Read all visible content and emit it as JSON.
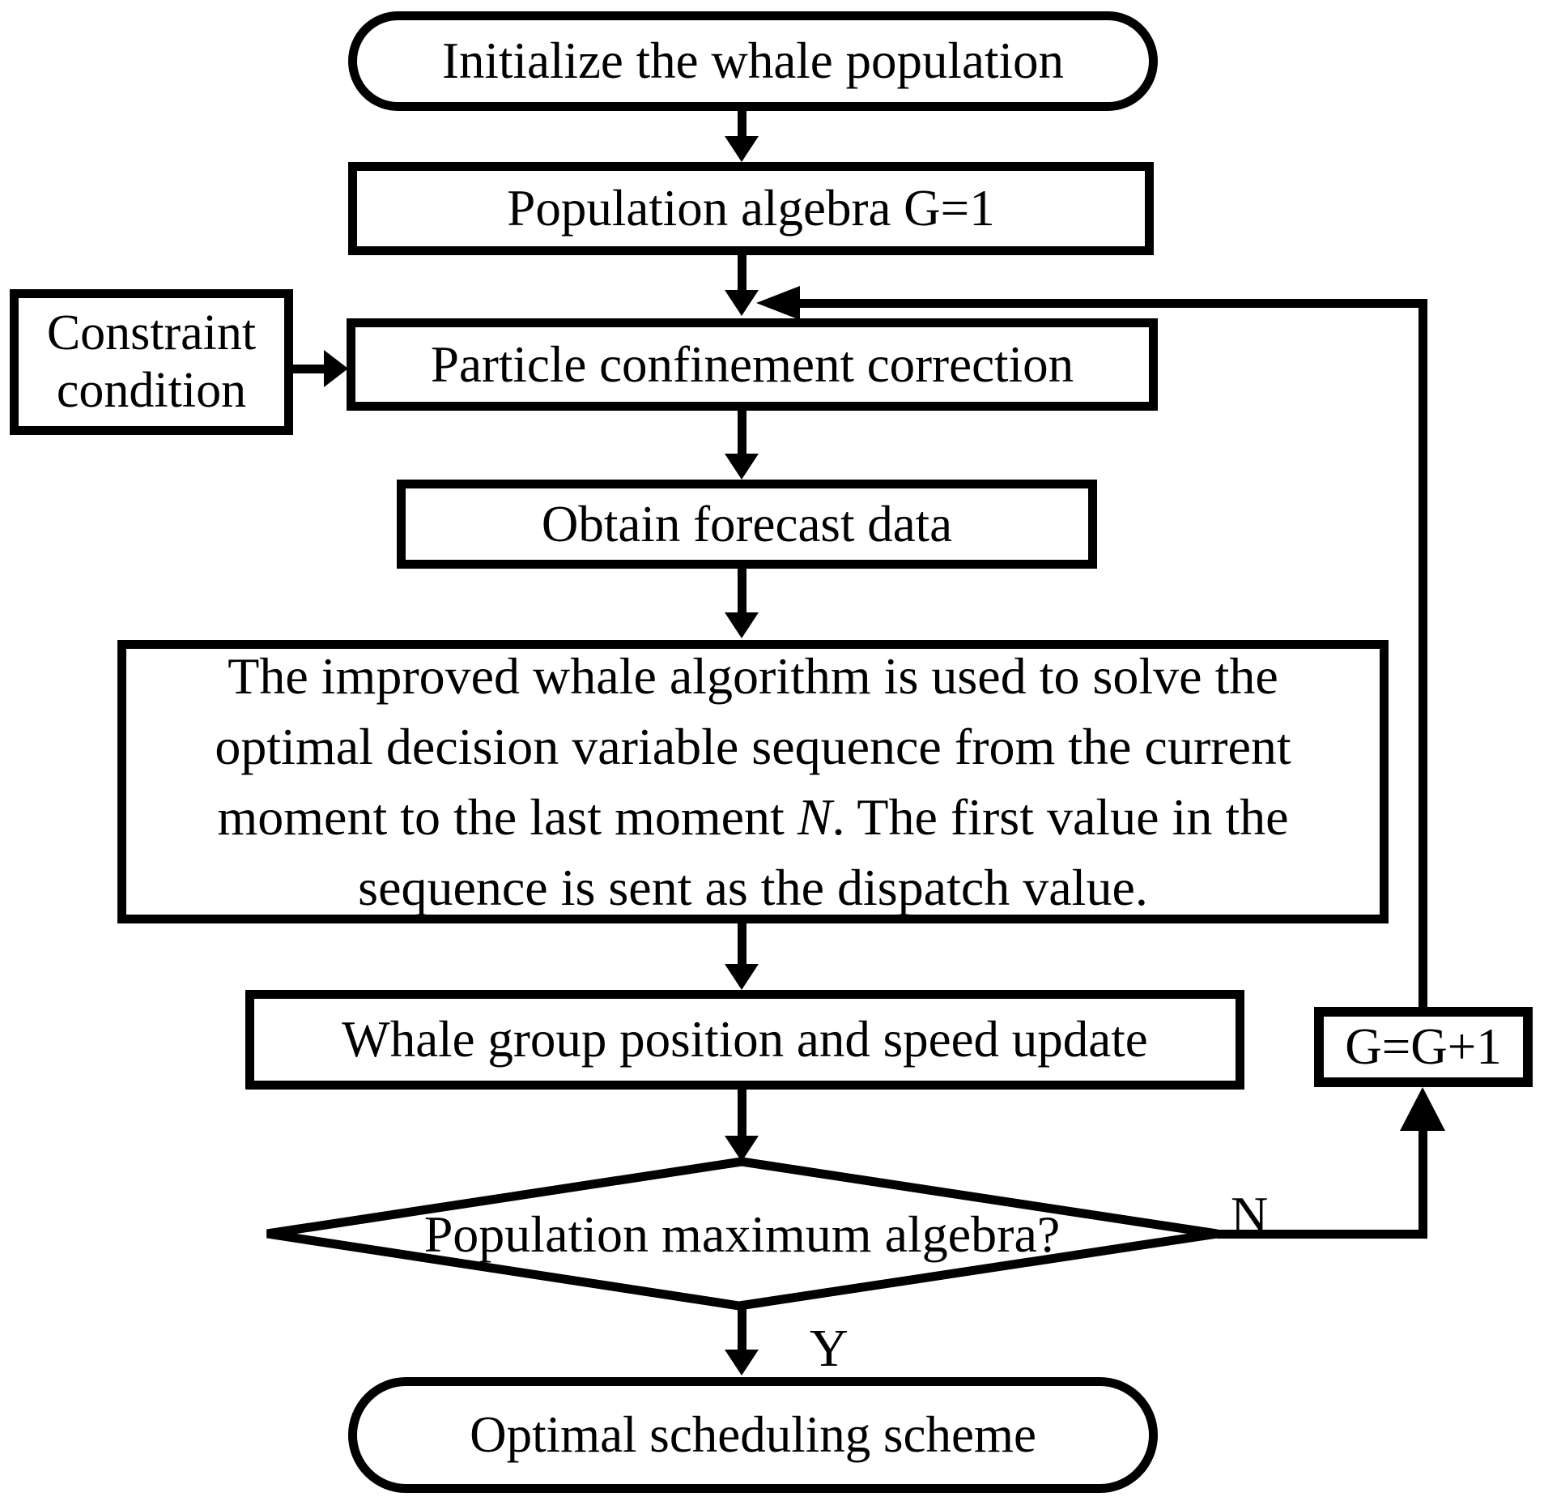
{
  "colors": {
    "stroke": "#000000",
    "background": "#ffffff",
    "text": "#000000"
  },
  "flowchart": {
    "nodes": {
      "start": "Initialize the whale population",
      "init_generation": "Population algebra G=1",
      "constraint": "Constraint condition",
      "particle_correction": "Particle confinement correction",
      "forecast": "Obtain forecast data",
      "solve_line1": "The improved whale algorithm is used to solve the",
      "solve_line2": "optimal decision variable sequence from the current",
      "solve_line3_before": "moment to the last moment ",
      "solve_line3_italic": "N",
      "solve_line3_after": ". The first value in the",
      "solve_line4": "sequence is sent as the dispatch value.",
      "update": "Whale group position and speed update",
      "decision": "Population maximum algebra?",
      "increment": "G=G+1",
      "end": "Optimal scheduling scheme"
    },
    "edge_labels": {
      "no": "N",
      "yes": "Y"
    }
  }
}
